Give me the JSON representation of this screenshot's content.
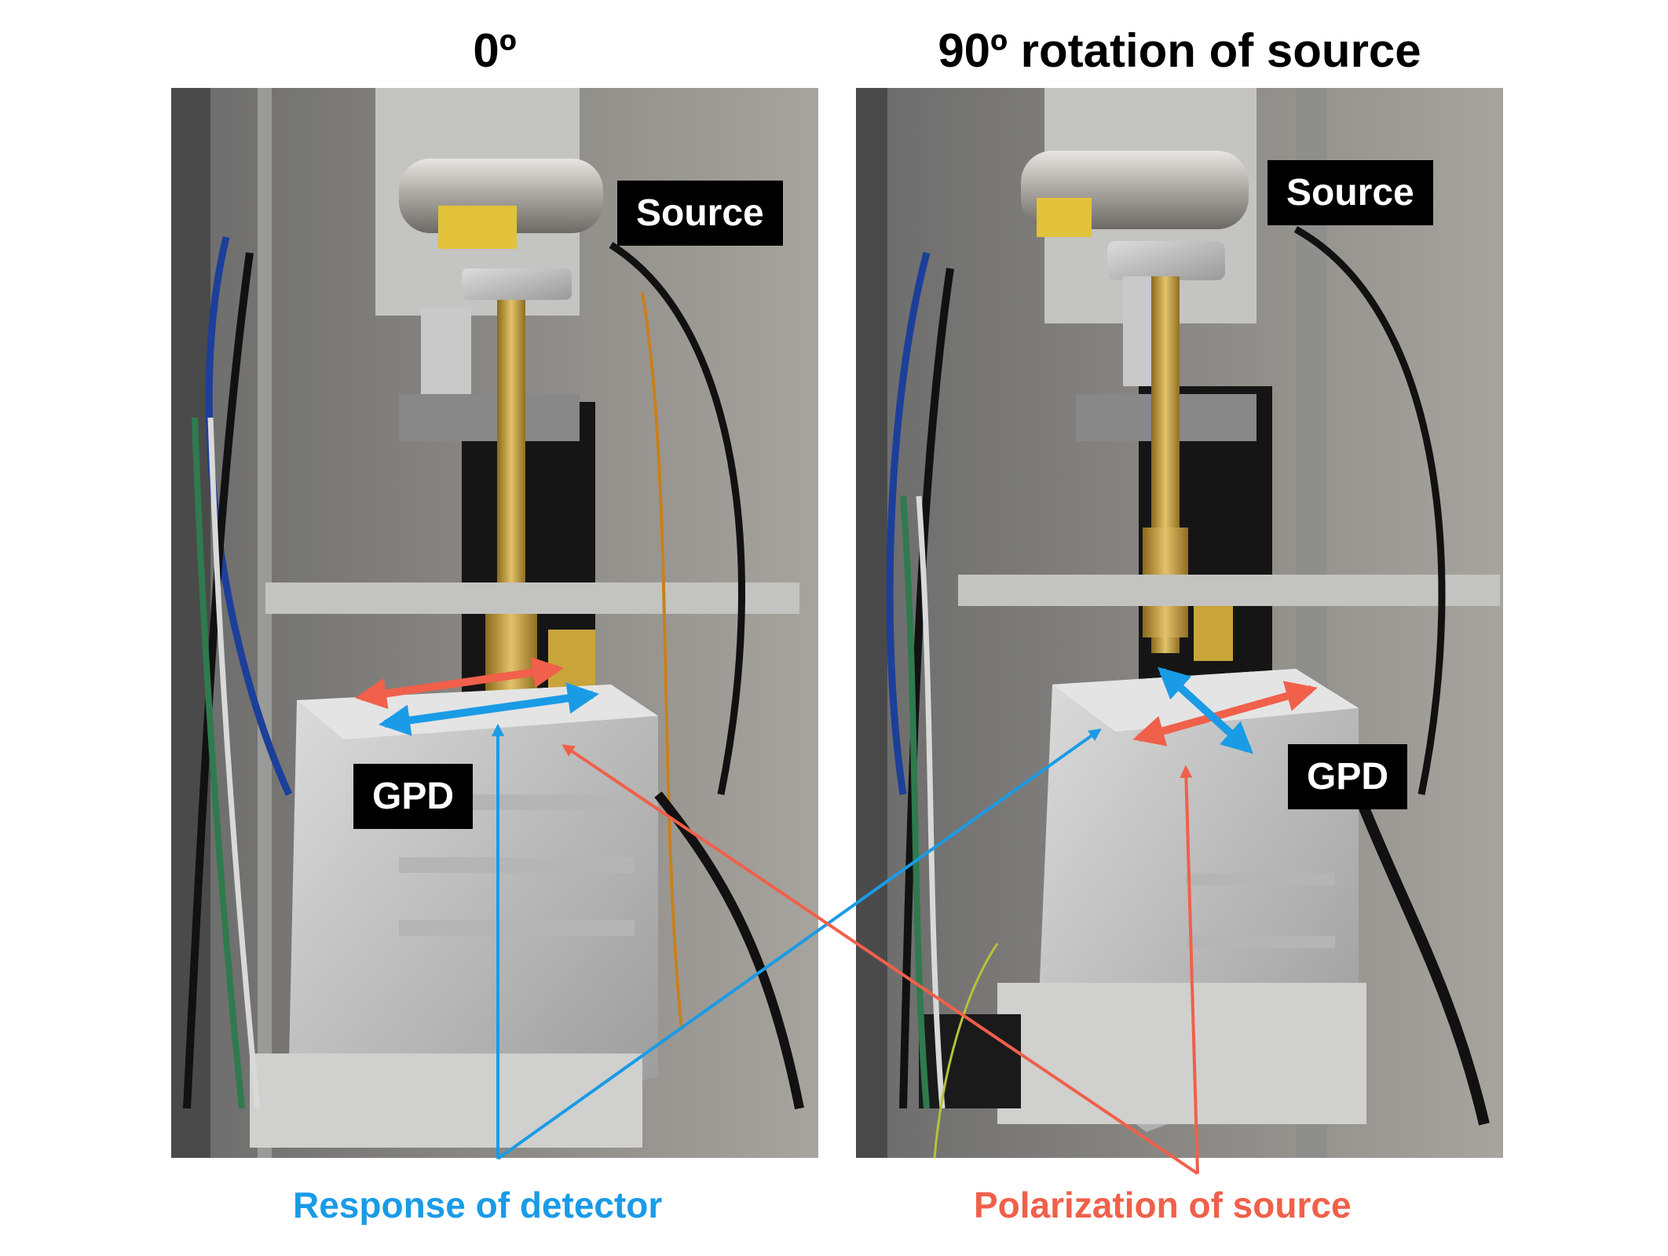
{
  "titles": {
    "left": "0º",
    "right": "90º rotation of source"
  },
  "panels": {
    "left": {
      "source_label": "Source",
      "detector_label": "GPD"
    },
    "right": {
      "source_label": "Source",
      "detector_label": "GPD"
    }
  },
  "captions": {
    "detector_response": "Response of detector",
    "source_polarization": "Polarization of source"
  },
  "colors": {
    "detector_arrow": "#1a9be6",
    "source_arrow": "#f0604a"
  }
}
